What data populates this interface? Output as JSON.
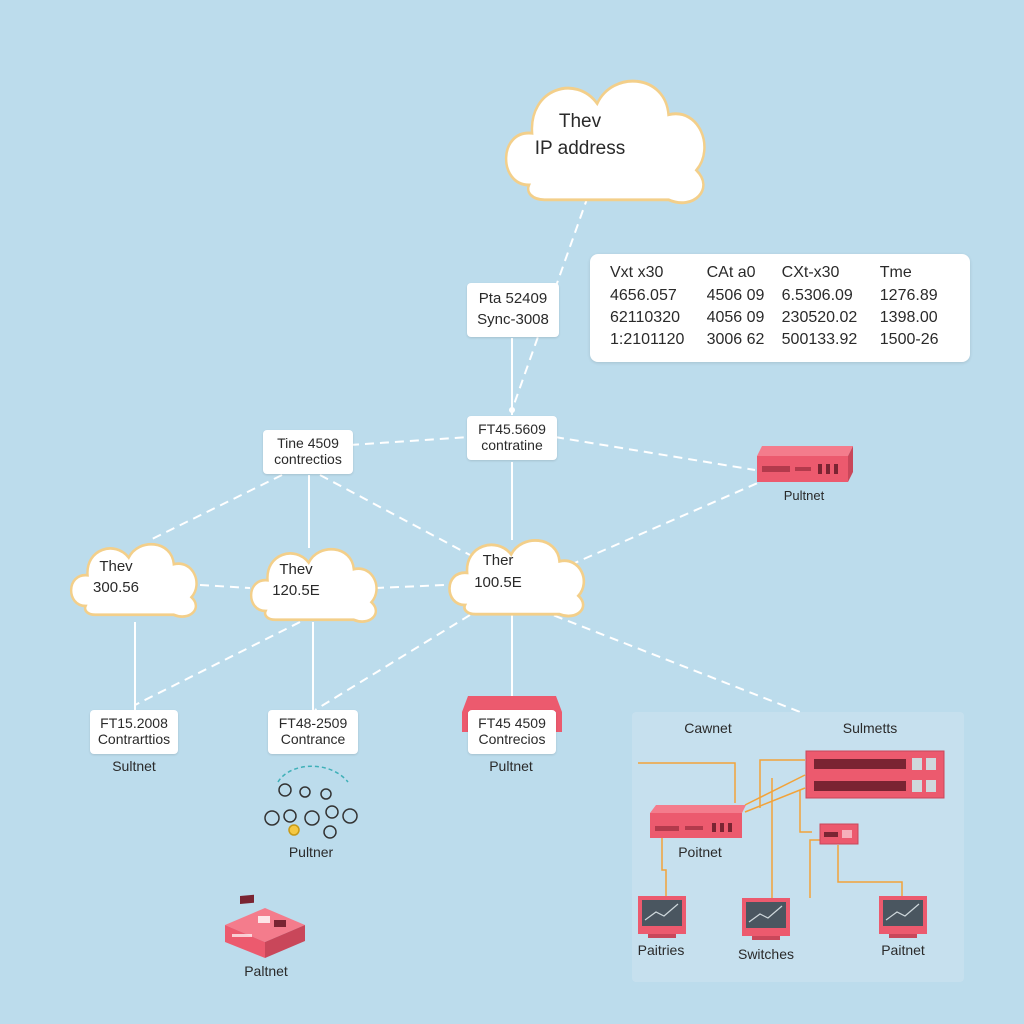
{
  "colors": {
    "background": "#bcdcec",
    "cloud_fill": "#ffffff",
    "cloud_outline": "#f3cf8a",
    "device_red": "#ec5a6e",
    "device_dark": "#b33a4c",
    "link_dashed": "#ffffff",
    "link_orange": "#f2a33a"
  },
  "clouds": {
    "top": {
      "line1": "Thev",
      "line2": "IP address"
    },
    "left": {
      "line1": "Thev",
      "line2": "300.56"
    },
    "middle": {
      "line1": "Thev",
      "line2": "120.5E"
    },
    "right": {
      "line1": "Ther",
      "line2": "100.5E"
    }
  },
  "boxes": {
    "top_mid": {
      "line1": "Pta 52409",
      "line2": "Sync-3008"
    },
    "center_top": {
      "line1": "FT45.5609",
      "line2": "contratine"
    },
    "left_top": {
      "line1": "Tine 4509",
      "line2": "contrectios"
    },
    "bottom_left": {
      "line1": "FT15.2008",
      "line2": "Contrarttios"
    },
    "bottom_mid": {
      "line1": "FT48-2509",
      "line2": "Contrance"
    },
    "bottom_right": {
      "line1": "FT45 4509",
      "line2": "Contrecios"
    }
  },
  "table": {
    "headers": [
      "Vxt x30",
      "CAt a0",
      "CXt-x30",
      "Tme"
    ],
    "rows": [
      [
        "4656.057",
        "4506 09",
        "6.5306.09",
        "1276.89"
      ],
      [
        "62110320",
        "4056 09",
        "230520.02",
        "1398.00"
      ],
      [
        "1:2101120",
        "3006 62",
        "500133.92",
        "1500-26"
      ]
    ]
  },
  "captions": {
    "router_right": "Pultnet",
    "subnet_left": "Sultnet",
    "partner_cluster": "Pultner",
    "subnet_right": "Pultnet",
    "bottom_device": "Paltnet"
  },
  "subnet_panel": {
    "left_title": "Cawnet",
    "right_title": "Sulmetts",
    "router_caption": "Poitnet",
    "monitor_left": "Paitries",
    "monitor_mid": "Switches",
    "monitor_right": "Paitnet"
  }
}
